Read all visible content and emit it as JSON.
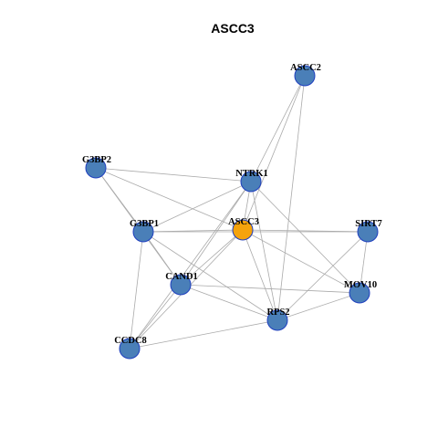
{
  "title": "ASCC3",
  "colors": {
    "hub_node": "#f5a30c",
    "default_node": "#4a7fb8",
    "node_border": "#1f3fbf",
    "edge": "#aaaaaa"
  },
  "nodes": [
    {
      "id": "ASCC2",
      "label": "ASCC2",
      "hub": false
    },
    {
      "id": "G3BP2",
      "label": "G3BP2",
      "hub": false
    },
    {
      "id": "NTRK1",
      "label": "NTRK1",
      "hub": false
    },
    {
      "id": "G3BP1",
      "label": "G3BP1",
      "hub": false
    },
    {
      "id": "ASCC3",
      "label": "ASCC3",
      "hub": true
    },
    {
      "id": "SIRT7",
      "label": "SIRT7",
      "hub": false
    },
    {
      "id": "CAND1",
      "label": "CAND1",
      "hub": false
    },
    {
      "id": "MOV10",
      "label": "MOV10",
      "hub": false
    },
    {
      "id": "RPS2",
      "label": "RPS2",
      "hub": false
    },
    {
      "id": "CCDC8",
      "label": "CCDC8",
      "hub": false
    }
  ],
  "edges": [
    [
      "ASCC2",
      "NTRK1"
    ],
    [
      "ASCC2",
      "ASCC3"
    ],
    [
      "ASCC2",
      "RPS2"
    ],
    [
      "G3BP2",
      "NTRK1"
    ],
    [
      "G3BP2",
      "G3BP1"
    ],
    [
      "G3BP2",
      "ASCC3"
    ],
    [
      "G3BP2",
      "CAND1"
    ],
    [
      "NTRK1",
      "G3BP1"
    ],
    [
      "NTRK1",
      "ASCC3"
    ],
    [
      "NTRK1",
      "CAND1"
    ],
    [
      "NTRK1",
      "MOV10"
    ],
    [
      "NTRK1",
      "RPS2"
    ],
    [
      "NTRK1",
      "CCDC8"
    ],
    [
      "G3BP1",
      "ASCC3"
    ],
    [
      "G3BP1",
      "SIRT7"
    ],
    [
      "G3BP1",
      "CAND1"
    ],
    [
      "G3BP1",
      "CCDC8"
    ],
    [
      "G3BP1",
      "RPS2"
    ],
    [
      "ASCC3",
      "SIRT7"
    ],
    [
      "ASCC3",
      "CAND1"
    ],
    [
      "ASCC3",
      "MOV10"
    ],
    [
      "ASCC3",
      "RPS2"
    ],
    [
      "ASCC3",
      "CCDC8"
    ],
    [
      "SIRT7",
      "MOV10"
    ],
    [
      "SIRT7",
      "RPS2"
    ],
    [
      "CAND1",
      "MOV10"
    ],
    [
      "CAND1",
      "RPS2"
    ],
    [
      "CAND1",
      "CCDC8"
    ],
    [
      "MOV10",
      "RPS2"
    ],
    [
      "RPS2",
      "CCDC8"
    ]
  ]
}
